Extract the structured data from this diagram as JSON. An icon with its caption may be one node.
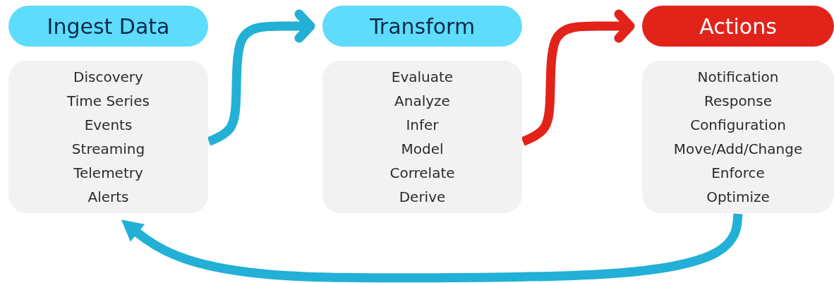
{
  "diagram": {
    "nodes": [
      {
        "text": [
          "Ingest Data"
        ]
      },
      {
        "text": [
          "Discovery",
          "Time Series",
          "Events",
          "Streaming",
          "Telemetry",
          "Alerts"
        ]
      },
      {
        "text": [
          "Transform"
        ]
      },
      {
        "text": [
          "Evaluate",
          "Analyze",
          "Infer",
          "Model",
          "Correlate",
          "Derive"
        ]
      },
      {
        "text": [
          "Actions"
        ]
      },
      {
        "text": [
          "Notification",
          "Response",
          "Configuration",
          "Move/Add/Change",
          "Enforce",
          "Optimize"
        ]
      }
    ],
    "edges": [
      {
        "from": 1,
        "to": 2,
        "arrow": "to"
      },
      {
        "from": 3,
        "to": 4,
        "arrow": "to",
        "color": "#e2231a"
      },
      {
        "from": 5,
        "to": 1,
        "arrow": "to"
      }
    ]
  }
}
